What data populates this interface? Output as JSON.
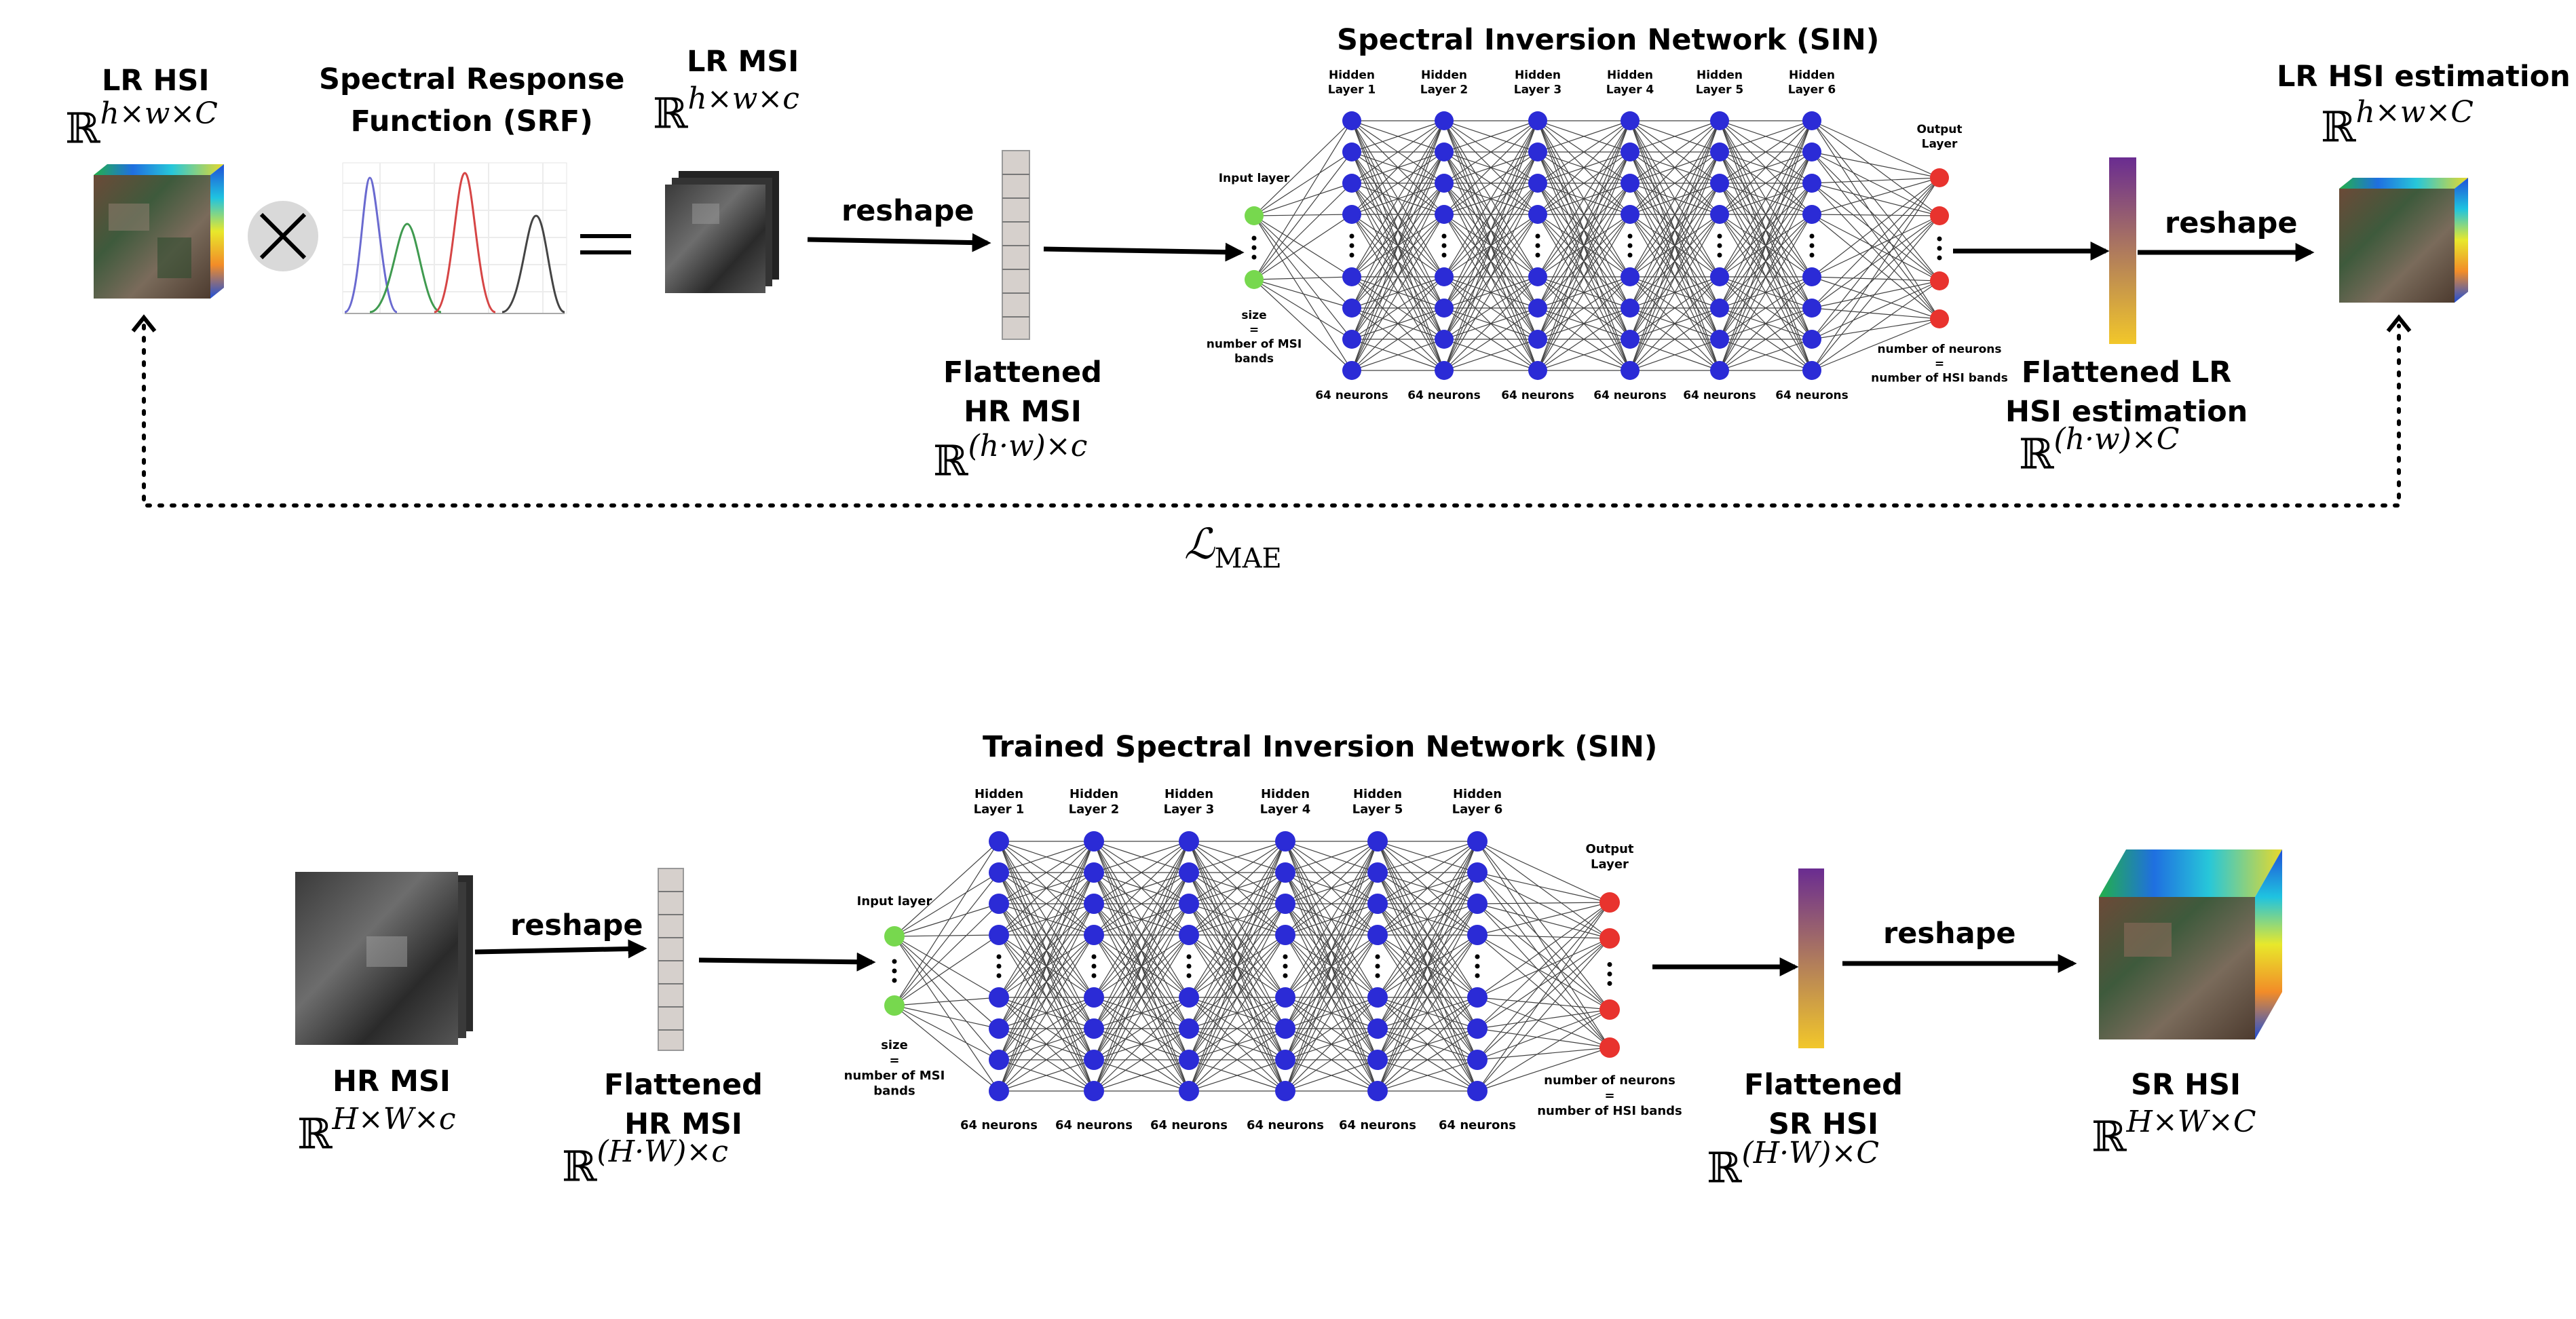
{
  "training": {
    "lr_hsi": {
      "title": "LR HSI",
      "math_bb": "ℝ",
      "math_sup": "h×w×C"
    },
    "srf": {
      "title_line1": "Spectral Response",
      "title_line2": "Function (SRF)"
    },
    "lr_msi": {
      "title": "LR MSI",
      "math_bb": "ℝ",
      "math_sup": "h×w×c"
    },
    "reshape_1": "reshape",
    "flattened_msi": {
      "line1": "Flattened",
      "line2": "HR MSI",
      "math_bb": "ℝ",
      "math_sup": "(h·w)×c"
    },
    "network": {
      "title": "Spectral Inversion Network (SIN)",
      "input_layer": "Input layer",
      "input_size": [
        "size",
        "=",
        "number of MSI",
        "bands"
      ],
      "hidden_layers": [
        "Hidden\nLayer 1",
        "Hidden\nLayer 2",
        "Hidden\nLayer 3",
        "Hidden\nLayer 4",
        "Hidden\nLayer 5",
        "Hidden\nLayer 6"
      ],
      "neuron_counts": [
        "64 neurons",
        "64 neurons",
        "64 neurons",
        "64 neurons",
        "64 neurons",
        "64 neurons"
      ],
      "output_layer": "Output\nLayer",
      "output_size": [
        "number of neurons",
        "=",
        "number of HSI bands"
      ]
    },
    "flattened_hsi": {
      "line1": "Flattened LR",
      "line2": "HSI estimation",
      "math_bb": "ℝ",
      "math_sup": "(h·w)×C"
    },
    "reshape_2": "reshape",
    "lr_hsi_est": {
      "title": "LR HSI estimation",
      "math_bb": "ℝ",
      "math_sup": "h×w×C"
    },
    "loss": {
      "symbol": "ℒ",
      "sub": "MAE"
    }
  },
  "inference": {
    "hr_msi": {
      "title": "HR MSI",
      "math_bb": "ℝ",
      "math_sup": "H×W×c"
    },
    "reshape_1": "reshape",
    "flattened_msi": {
      "line1": "Flattened",
      "line2": "HR MSI",
      "math_bb": "ℝ",
      "math_sup": "(H·W)×c"
    },
    "network": {
      "title": "Trained Spectral Inversion Network (SIN)",
      "input_layer": "Input layer",
      "input_size": [
        "size",
        "=",
        "number of MSI",
        "bands"
      ],
      "hidden_layers": [
        "Hidden\nLayer 1",
        "Hidden\nLayer 2",
        "Hidden\nLayer 3",
        "Hidden\nLayer 4",
        "Hidden\nLayer 5",
        "Hidden\nLayer 6"
      ],
      "neuron_counts": [
        "64 neurons",
        "64 neurons",
        "64 neurons",
        "64 neurons",
        "64 neurons",
        "64 neurons"
      ],
      "output_layer": "Output\nLayer",
      "output_size": [
        "number of neurons",
        "=",
        "number of HSI bands"
      ]
    },
    "flattened_hsi": {
      "line1": "Flattened",
      "line2": "SR HSI",
      "math_bb": "ℝ",
      "math_sup": "(H·W)×C"
    },
    "reshape_2": "reshape",
    "sr_hsi": {
      "title": "SR HSI",
      "math_bb": "ℝ",
      "math_sup": "H×W×C"
    }
  },
  "colors": {
    "hidden_neuron": "#2b2bd6",
    "input_neuron": "#77d84e",
    "output_neuron": "#e8332e",
    "srf_curves": [
      "#6a6ad0",
      "#3f9a4f",
      "#d64545",
      "#444444"
    ],
    "gradient": [
      "#6a2c91",
      "#f2c72a"
    ],
    "vector": "#d6d0cc"
  }
}
